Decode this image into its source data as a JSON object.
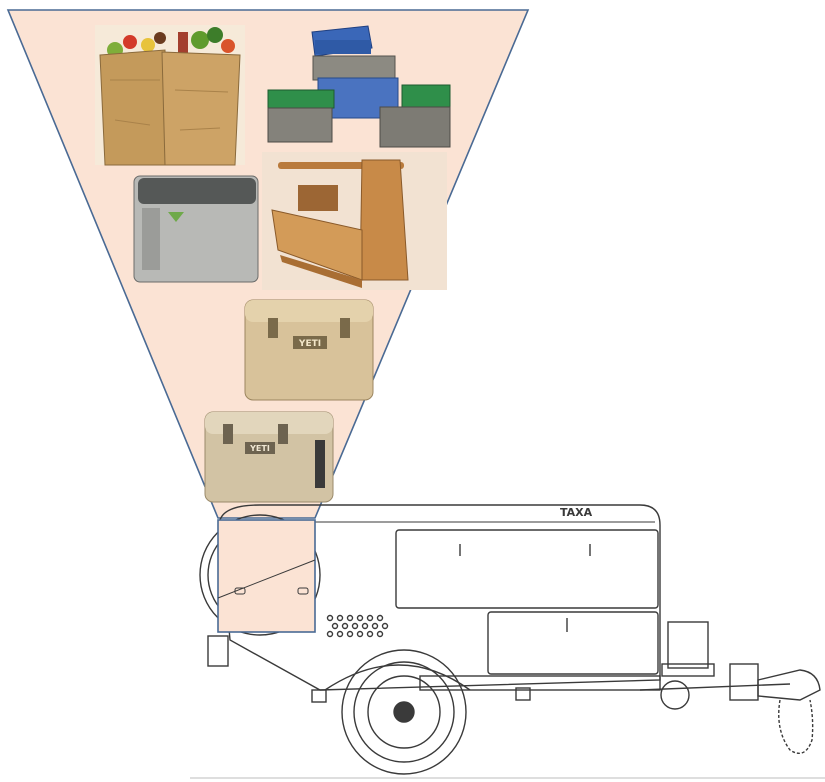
{
  "diagram": {
    "highlight_color": "#fbe3d4",
    "highlight_stroke": "#4a6a94",
    "line_color": "#3a3a3a",
    "items": [
      {
        "name": "grocery-bags",
        "icon": "grocery-bags-icon"
      },
      {
        "name": "storage-crates",
        "icon": "storage-crates-icon"
      },
      {
        "name": "electric-fridge-cooler",
        "icon": "fridge-cooler-icon"
      },
      {
        "name": "wooden-tool-box",
        "icon": "wooden-toolbox-icon"
      },
      {
        "name": "yeti-cooler-large",
        "icon": "yeti-cooler-icon"
      },
      {
        "name": "yeti-cooler-small",
        "icon": "yeti-cooler-icon"
      }
    ],
    "brand_marks": {
      "cooler_logo": "YETI",
      "trailer_logo": "TAXA"
    }
  }
}
